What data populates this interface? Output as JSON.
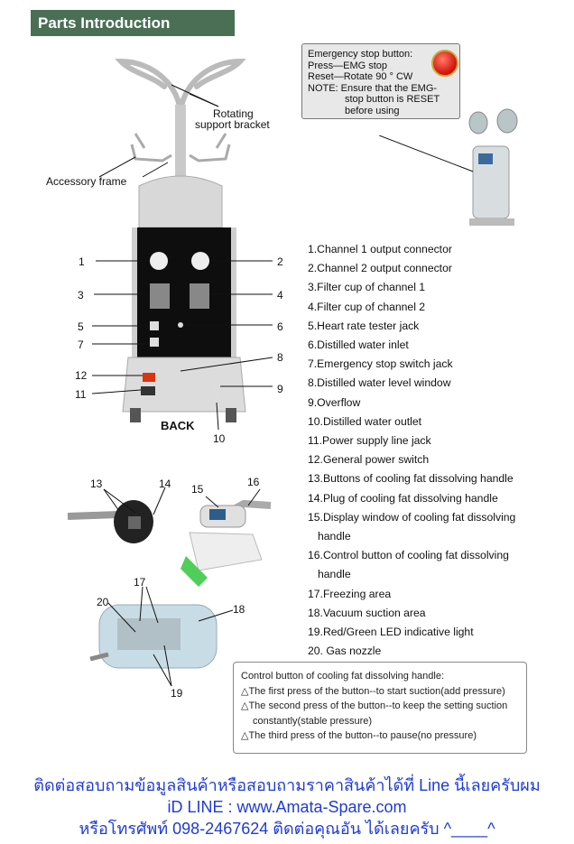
{
  "header": {
    "title": "Parts Introduction"
  },
  "emergency": {
    "line1": "Emergency stop button:",
    "line2": "Press—EMG stop",
    "line3": "Reset—Rotate 90 ° CW",
    "line4": "NOTE: Ensure that the EMG-",
    "line5": "stop button is RESET",
    "line6": "before using"
  },
  "callouts": {
    "rotating": "Rotating",
    "support": "support bracket",
    "accessory": "Accessory frame",
    "back": "BACK"
  },
  "numbers": [
    "1",
    "2",
    "3",
    "4",
    "5",
    "6",
    "7",
    "8",
    "9",
    "10",
    "11",
    "12",
    "13",
    "14",
    "15",
    "16",
    "17",
    "18",
    "19",
    "20",
    "17",
    "19"
  ],
  "parts": [
    "1.Channel 1 output connector",
    "2.Channel 2 output connector",
    "3.Filter cup of channel 1",
    "4.Filter cup of channel 2",
    "5.Heart rate tester jack",
    "6.Distilled water inlet",
    "7.Emergency stop switch jack",
    "8.Distilled water level window",
    "9.Overflow",
    "10.Distilled water outlet",
    "11.Power supply line jack",
    "12.General power switch",
    "13.Buttons of cooling fat dissolving handle",
    "14.Plug of cooling fat dissolving handle",
    "15.Display window of cooling fat dissolving",
    "handle",
    "16.Control button of cooling fat dissolving",
    "handle",
    "17.Freezing area",
    "18.Vacuum suction area",
    "19.Red/Green LED indicative light",
    "20. Gas nozzle"
  ],
  "control": {
    "title": "Control button of cooling fat dissolving handle:",
    "l1": "△The first press of the button--to start suction(add pressure)",
    "l2": "△The second press of the button--to keep the setting suction",
    "l3": "constantly(stable pressure)",
    "l4": "△The third press of the button--to pause(no pressure)"
  },
  "footer": {
    "line1": "ติดต่อสอบถามข้อมูลสินค้าหรือสอบถามราคาสินค้าได้ที่ Line นี้เลยครับผม",
    "line2": "iD LINE : www.Amata-Spare.com",
    "line3": "หรือโทรศัพท์  098-2467624   ติดต่อคุณอัน  ได้เลยครับ  ^____^"
  },
  "colors": {
    "header_bg": "#4a6f55",
    "footer_text": "#1f3bd6",
    "emg_red": "#d81e10"
  }
}
